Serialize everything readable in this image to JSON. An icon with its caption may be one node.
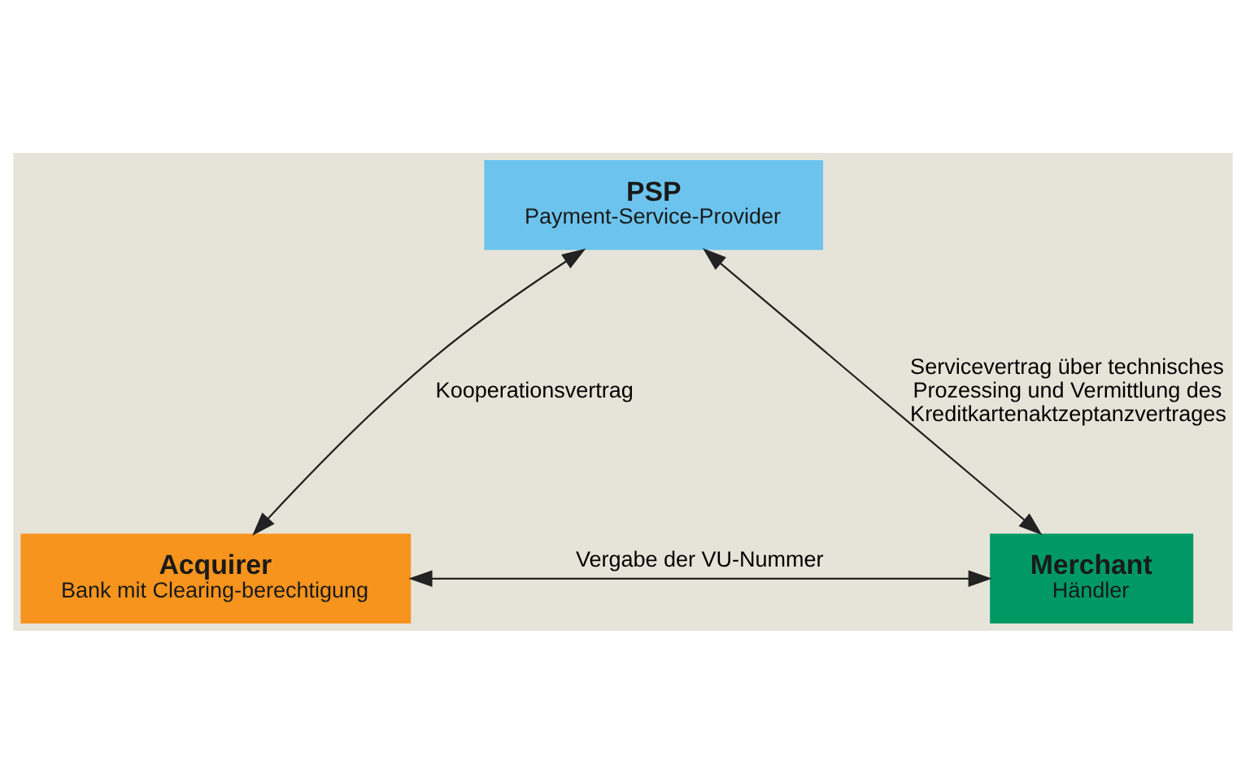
{
  "diagram": {
    "nodes": [
      {
        "text": [
          "PSP",
          "Payment-Service-Provider"
        ]
      },
      {
        "text": [
          "Acquirer",
          "Bank mit Clearing-berechtigung"
        ]
      },
      {
        "text": [
          "Merchant",
          "Händler"
        ]
      }
    ],
    "edges": [
      {
        "from": 0,
        "to": 1,
        "arrow": "both",
        "label": "Kooperationsvertrag"
      },
      {
        "from": 0,
        "to": 2,
        "arrow": "both",
        "label": "Servicevertrag über technisches Prozessing und Vermittlung des Kreditkartenaktzeptanzvertrages"
      },
      {
        "from": 1,
        "to": 2,
        "arrow": "both",
        "label": "Vergabe der VU-Nummer"
      }
    ]
  }
}
